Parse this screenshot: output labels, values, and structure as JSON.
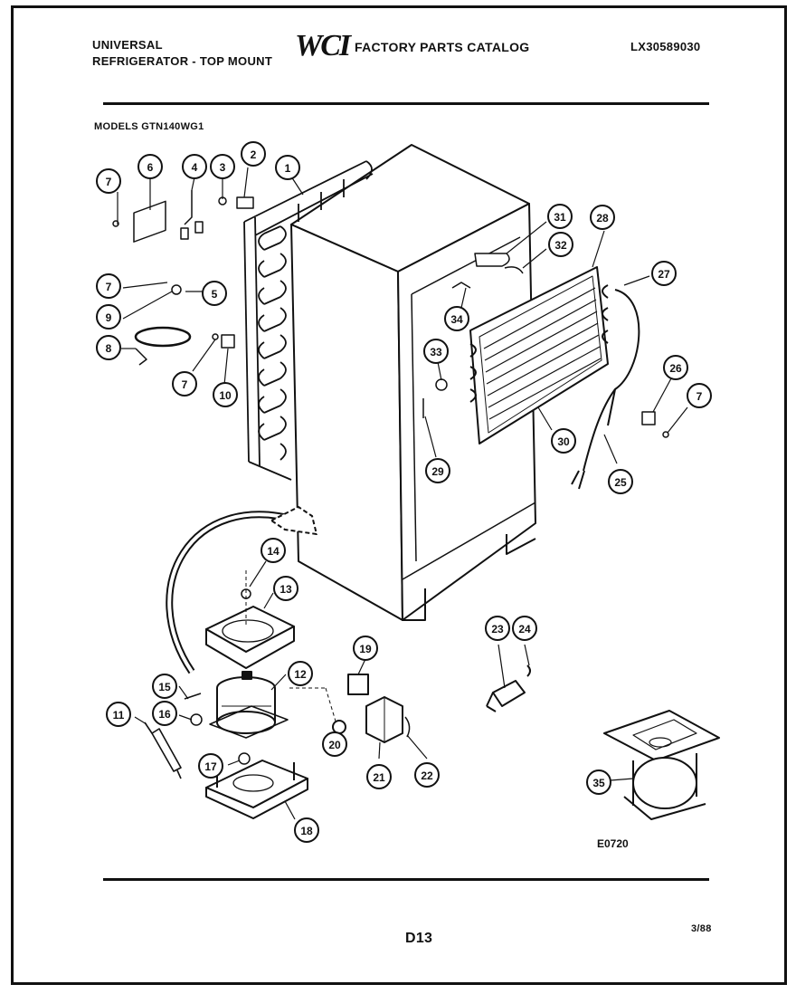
{
  "header": {
    "brand": "UNIVERSAL",
    "product": "REFRIGERATOR - TOP MOUNT",
    "logo": "WCI",
    "catalog_title": "FACTORY PARTS CATALOG",
    "catalog_number": "LX30589030"
  },
  "models_label": "MODELS GTN140WG1",
  "diagram": {
    "callouts": [
      "1",
      "2",
      "3",
      "4",
      "5",
      "6",
      "7",
      "7",
      "7",
      "7",
      "8",
      "9",
      "10",
      "11",
      "12",
      "13",
      "14",
      "15",
      "16",
      "17",
      "18",
      "19",
      "20",
      "21",
      "22",
      "23",
      "24",
      "25",
      "26",
      "27",
      "28",
      "29",
      "30",
      "31",
      "32",
      "33",
      "34",
      "35"
    ],
    "drawing_code": "E0720"
  },
  "footer": {
    "page_code": "D13",
    "date": "3/88"
  }
}
